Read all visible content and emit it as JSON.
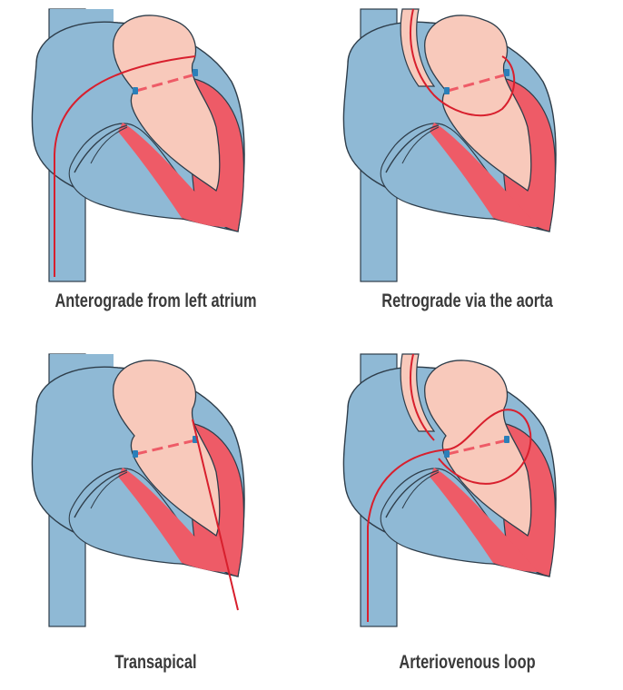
{
  "panels": [
    {
      "caption": "Anterograde from left atrium"
    },
    {
      "caption": "Retrograde via the aorta"
    },
    {
      "caption": "Transapical"
    },
    {
      "caption": "Arteriovenous loop"
    }
  ],
  "colors": {
    "vessel": "#8fb9d5",
    "atrium": "#f8c9bb",
    "muscle": "#ee5b67",
    "wire": "#d81f2d",
    "outline": "#2e3d4a",
    "clip": "#2b7fb9",
    "caption": "#3a3a3a"
  }
}
